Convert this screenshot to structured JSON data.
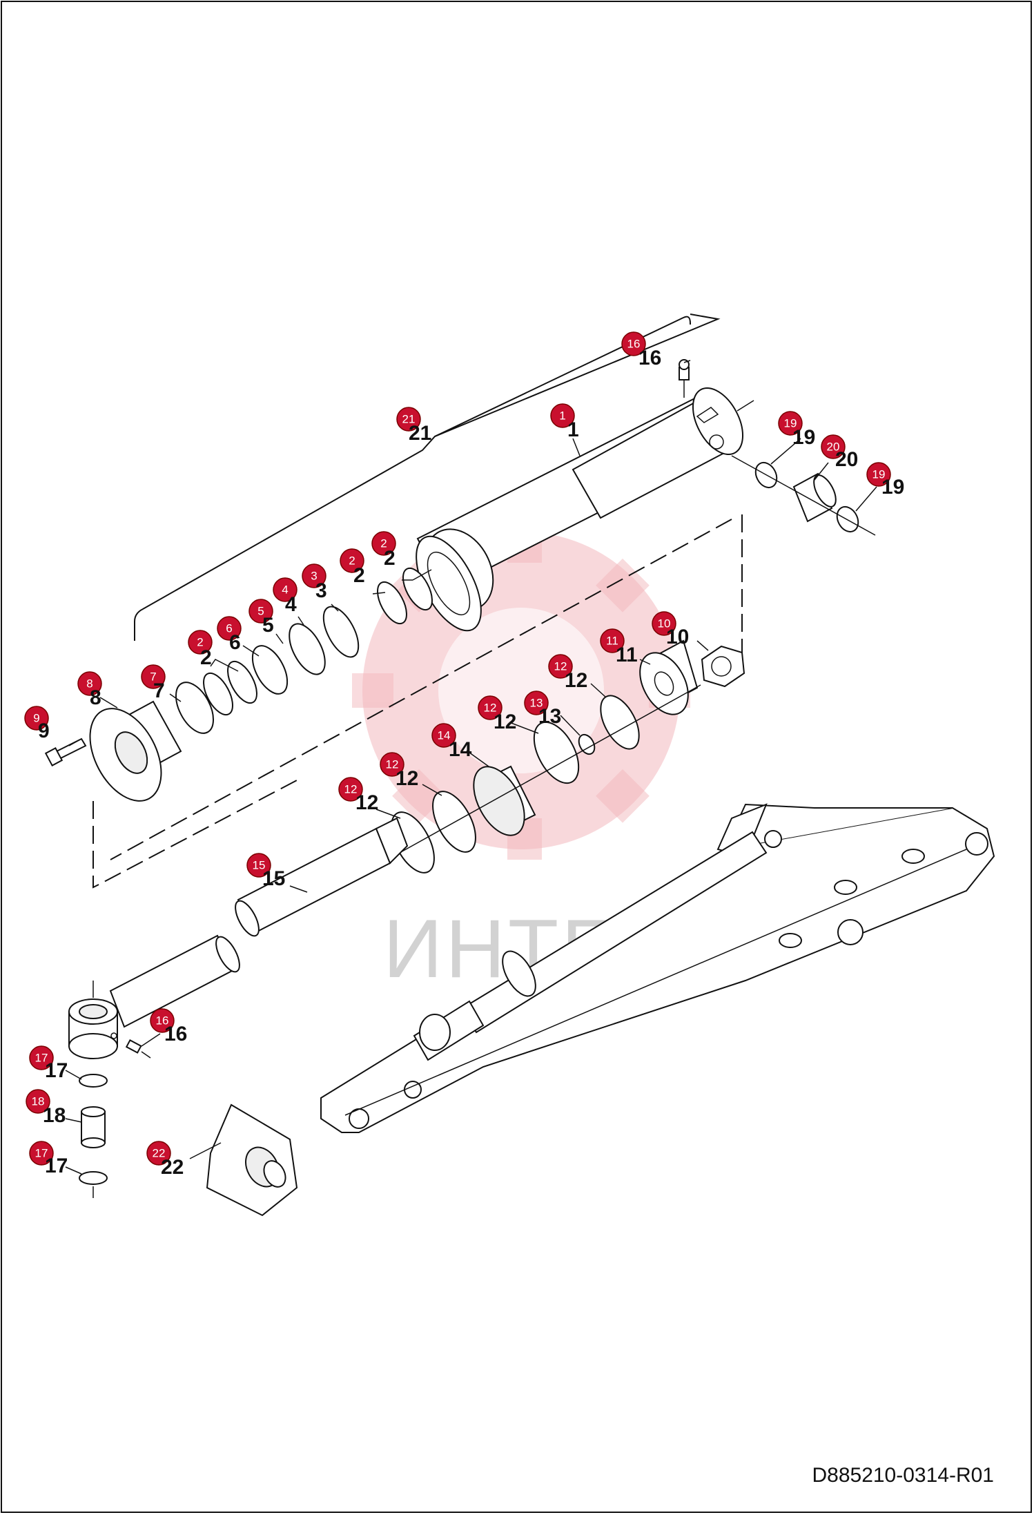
{
  "watermark": {
    "text": "ИНТЕХ",
    "color": "#f3b8bd"
  },
  "document_code": "D885210-0314-R01",
  "accent_color": "#c8102e",
  "callouts": [
    {
      "id": "c21",
      "badge": "21",
      "label": "21"
    },
    {
      "id": "c16a",
      "badge": "16",
      "label": "16"
    },
    {
      "id": "c1",
      "badge": "1",
      "label": "1"
    },
    {
      "id": "c19a",
      "badge": "19",
      "label": "19"
    },
    {
      "id": "c20",
      "badge": "20",
      "label": "20"
    },
    {
      "id": "c19b",
      "badge": "19",
      "label": "19"
    },
    {
      "id": "c2a",
      "badge": "2",
      "label": "2"
    },
    {
      "id": "c2b",
      "badge": "2",
      "label": "2"
    },
    {
      "id": "c3",
      "badge": "3",
      "label": "3"
    },
    {
      "id": "c4",
      "badge": "4",
      "label": "4"
    },
    {
      "id": "c5",
      "badge": "5",
      "label": "5"
    },
    {
      "id": "c6",
      "badge": "6",
      "label": "6"
    },
    {
      "id": "c2c",
      "badge": "2",
      "label": "2"
    },
    {
      "id": "c7",
      "badge": "7",
      "label": "7"
    },
    {
      "id": "c8",
      "badge": "8",
      "label": "8"
    },
    {
      "id": "c9",
      "badge": "9",
      "label": "9"
    },
    {
      "id": "c10",
      "badge": "10",
      "label": "10"
    },
    {
      "id": "c11",
      "badge": "11",
      "label": "11"
    },
    {
      "id": "c12a",
      "badge": "12",
      "label": "12"
    },
    {
      "id": "c13",
      "badge": "13",
      "label": "13"
    },
    {
      "id": "c12b",
      "badge": "12",
      "label": "12"
    },
    {
      "id": "c14",
      "badge": "14",
      "label": "14"
    },
    {
      "id": "c12c",
      "badge": "12",
      "label": "12"
    },
    {
      "id": "c12d",
      "badge": "12",
      "label": "12"
    },
    {
      "id": "c15",
      "badge": "15",
      "label": "15"
    },
    {
      "id": "c16b",
      "badge": "16",
      "label": "16"
    },
    {
      "id": "c17a",
      "badge": "17",
      "label": "17"
    },
    {
      "id": "c18",
      "badge": "18",
      "label": "18"
    },
    {
      "id": "c17b",
      "badge": "17",
      "label": "17"
    },
    {
      "id": "c22",
      "badge": "22",
      "label": "22"
    }
  ]
}
